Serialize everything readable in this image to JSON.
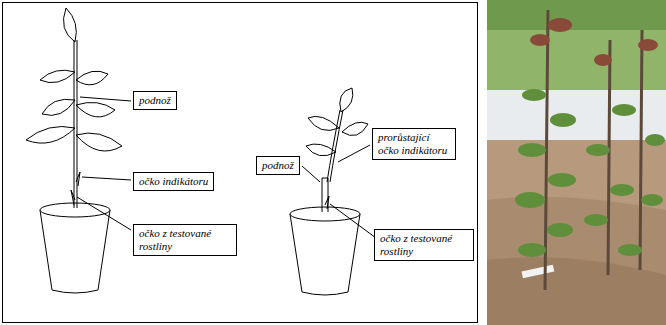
{
  "diagram": {
    "nodes": [
      {
        "text": [
          "podnož"
        ]
      },
      {
        "text": [
          "očko indikátoru"
        ]
      },
      {
        "text": [
          "očko z testované rostliny"
        ]
      },
      {
        "text": [
          "prorůstající očko indikátoru"
        ]
      },
      {
        "text": [
          "podnož"
        ]
      },
      {
        "text": [
          "očko z testované rostliny"
        ]
      }
    ]
  }
}
